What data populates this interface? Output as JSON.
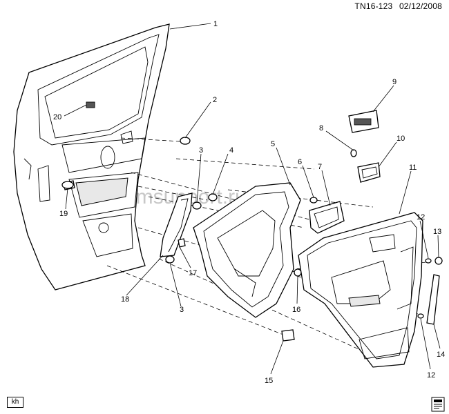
{
  "header": {
    "diagram_id": "TN16-123",
    "date": "02/12/2008"
  },
  "footer": {
    "tag": "kh"
  },
  "watermark": "gmsupport.ru",
  "callouts": [
    "1",
    "2",
    "3",
    "4",
    "5",
    "6",
    "7",
    "8",
    "9",
    "10",
    "11",
    "12",
    "13",
    "14",
    "15",
    "16",
    "17",
    "18",
    "19",
    "20",
    "3",
    "12"
  ]
}
